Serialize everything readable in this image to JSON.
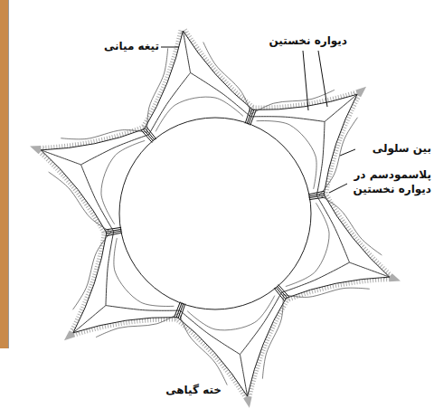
{
  "diagram": {
    "labels": [
      "تیغه میانی",
      "دیواره نخستین",
      "بین سلولی",
      "پلاسمودسم در دیواره نخستین",
      "خته گیاهی"
    ]
  }
}
